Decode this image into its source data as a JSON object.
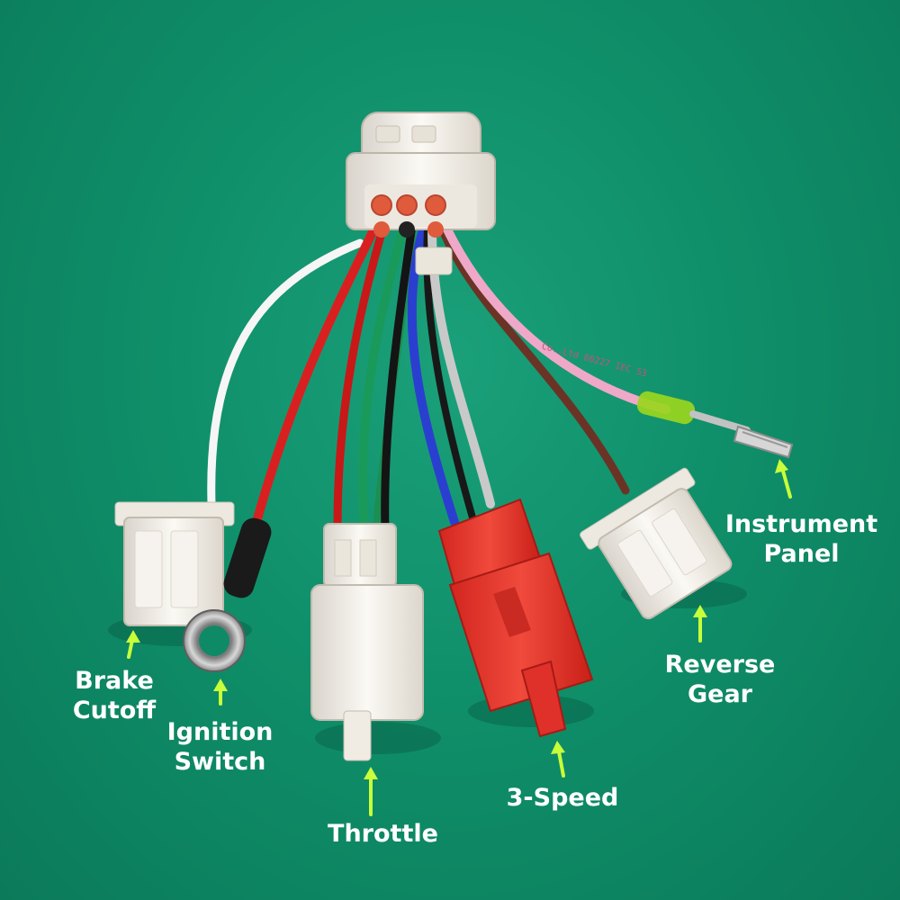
{
  "labels": {
    "brake_cutoff": [
      "Brake",
      "Cutoff"
    ],
    "ignition_switch": [
      "Ignition",
      "Switch"
    ],
    "throttle": "Throttle",
    "three_speed": "3-Speed",
    "reverse_gear": [
      "Reverse",
      "Gear"
    ],
    "instrument_panel": [
      "Instrument",
      "Panel"
    ]
  },
  "wire_printing": "Co.,Ltd 80227 IEC 53",
  "colors": {
    "background": "#0f8a66",
    "arrow": "#c8ff3a",
    "label_text": "#ffffff",
    "connector_white": "#f1ede6",
    "connector_red": "#e8332a",
    "wire_red": "#d92020",
    "wire_green": "#1a9a5a",
    "wire_black": "#141414",
    "wire_blue": "#2a3fd0",
    "wire_gray": "#c9c9c9",
    "wire_brown": "#6b3325",
    "wire_pink": "#f0a8c8",
    "wire_white": "#f6f6f6"
  }
}
